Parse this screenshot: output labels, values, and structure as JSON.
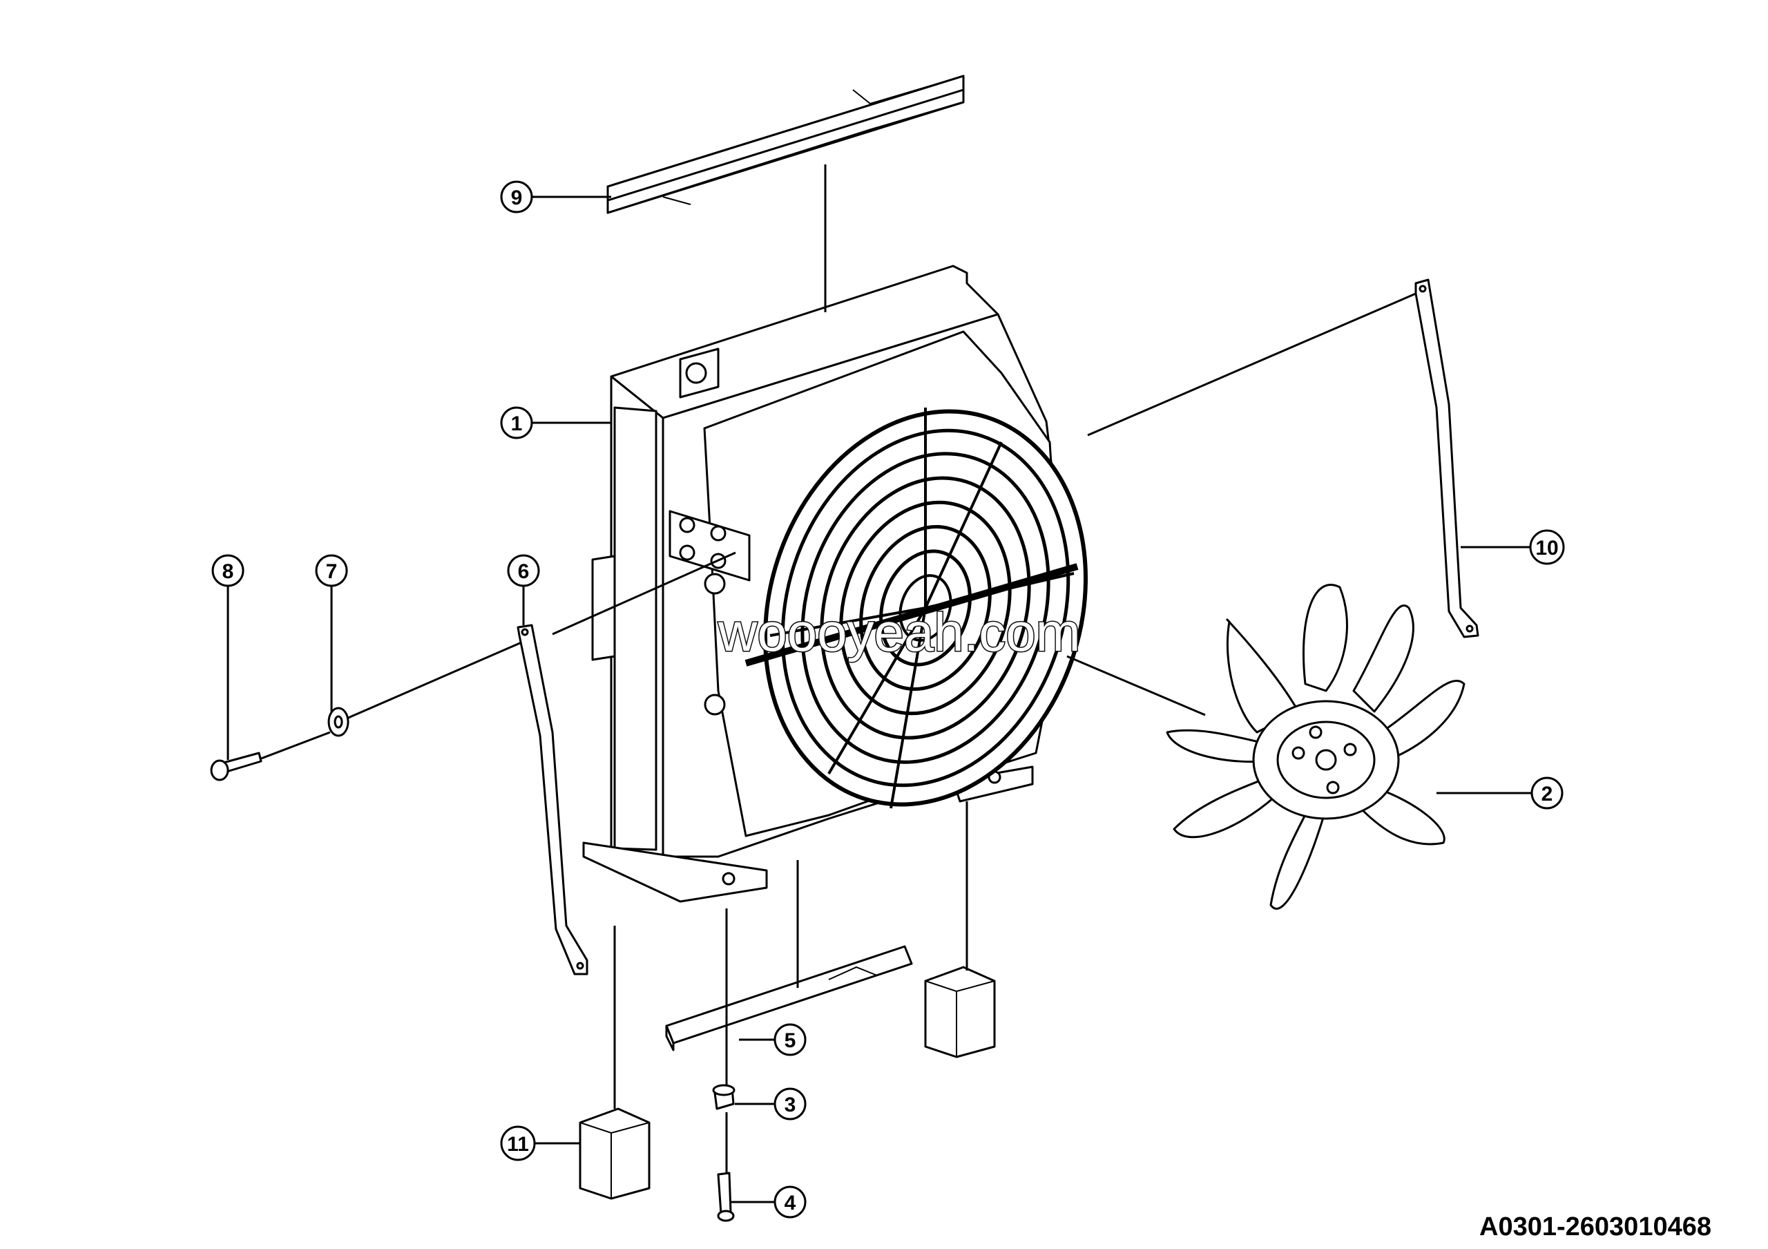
{
  "diagram": {
    "drawing_code": "A0301-2603010468",
    "watermark": "woooyeah.com",
    "callouts": [
      {
        "id": "1",
        "label": "1"
      },
      {
        "id": "2",
        "label": "2"
      },
      {
        "id": "3",
        "label": "3"
      },
      {
        "id": "4",
        "label": "4"
      },
      {
        "id": "5",
        "label": "5"
      },
      {
        "id": "6",
        "label": "6"
      },
      {
        "id": "7",
        "label": "7"
      },
      {
        "id": "8",
        "label": "8"
      },
      {
        "id": "9",
        "label": "9"
      },
      {
        "id": "10",
        "label": "10"
      },
      {
        "id": "11",
        "label": "11"
      }
    ]
  }
}
